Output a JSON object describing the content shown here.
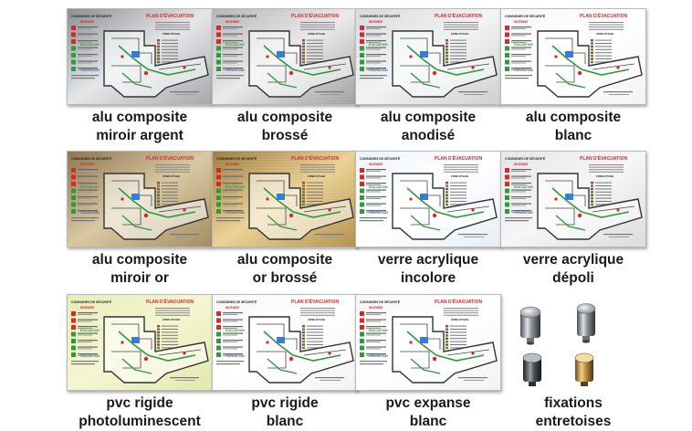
{
  "plate_text": {
    "left_header": "CONSIGNES DE SÉCURITÉ",
    "right_header": "PLAN D'ÉVACUATION",
    "section_1": "INCENDIE",
    "section_2": "ÉVACUATION",
    "section_3": "PRÉVENTION",
    "zone": "ZONE ÉTAGE"
  },
  "items": [
    {
      "line1": "alu composite",
      "line2": "miroir argent",
      "finish": "silver"
    },
    {
      "line1": "alu composite",
      "line2": "brossé",
      "finish": "brushed"
    },
    {
      "line1": "alu composite",
      "line2": "anodisé",
      "finish": "anodized"
    },
    {
      "line1": "alu composite",
      "line2": "blanc",
      "finish": "white"
    },
    {
      "line1": "alu composite",
      "line2": "miroir or",
      "finish": "gold"
    },
    {
      "line1": "alu composite",
      "line2": "or brossé",
      "finish": "goldbrushed"
    },
    {
      "line1": "verre acrylique",
      "line2": "incolore",
      "finish": "clear"
    },
    {
      "line1": "verre acrylique",
      "line2": "dépoli",
      "finish": "frosted"
    },
    {
      "line1": "pvc rigide",
      "line2": "photoluminescent",
      "finish": "photolum"
    },
    {
      "line1": "pvc rigide",
      "line2": "blanc",
      "finish": "white"
    },
    {
      "line1": "pvc expanse",
      "line2": "blanc",
      "finish": "white"
    },
    {
      "line1": "fixations",
      "line2": "entretoises",
      "finish": "fixings"
    }
  ],
  "colors": {
    "silver": [
      "#8d9093",
      "#e4e6e8",
      "#a6a9ac"
    ],
    "brushed": [
      "#b4b4b4",
      "#e9e9e9",
      "#9d9d9d"
    ],
    "anodized": [
      "#d9dadc",
      "#f2f3f4",
      "#cfd0d2"
    ],
    "white": [
      "#f7f7f7",
      "#ffffff",
      "#f3f3f3"
    ],
    "gold": [
      "#8e7650",
      "#d8c8a2",
      "#a58d62"
    ],
    "goldbrushed": [
      "#9c7a3a",
      "#e9d193",
      "#b38f47"
    ],
    "clear": [
      "#eef4f8",
      "#ffffff",
      "#e6eef4"
    ],
    "frosted": [
      "#e6e6e8",
      "#f6f6f7",
      "#dcdcdf"
    ],
    "photolum": [
      "#e8edb8",
      "#f4f6d2",
      "#e2e8ad"
    ],
    "accent_red": "#d8282b",
    "accent_green": "#2c9a3e",
    "accent_blue": "#2a5fb0"
  }
}
